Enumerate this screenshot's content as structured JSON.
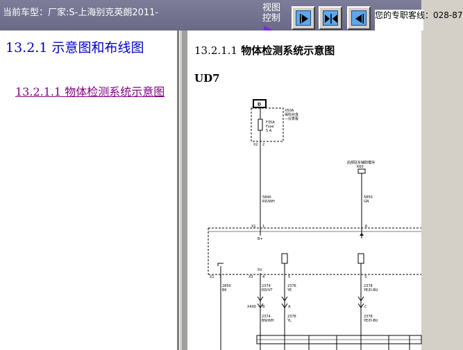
{
  "toolbar": {
    "car_info": "当前车型：厂家:S-上海别克英朗2011-",
    "view_control_label": "视图控制",
    "support_text": "您的专职客线：028-87",
    "icons": [
      "next-page-icon",
      "fit-page-icon",
      "prev-page-icon"
    ]
  },
  "toc": {
    "section_title": "13.2.1 示意图和布线图",
    "subsection_link": "13.2.1.1 物体检测系统示意图"
  },
  "document": {
    "section_number": "13.2.1.1",
    "heading_text": "物体检测系统示意图",
    "code": "UD7",
    "schematic": {
      "fuse_box_label": "D",
      "fuse_block_text_1": "X50A",
      "fuse_block_text_2": "保险丝盒",
      "fuse_block_text_3": "—仪表板",
      "fuse_name": "F35A",
      "fuse_type": "Fuse",
      "fuse_rating": "5 A",
      "connector_x2": "X2",
      "connector_x2_pin": "2",
      "wire_5840": "5840",
      "wire_5840_color": "RD/WH",
      "module_ref": "后部驻车辅助模块",
      "module_code": "K60",
      "wire_5850": "5850",
      "wire_5850_color": "GN",
      "connector_x1": "X1",
      "connector_x1_pin_1": "1",
      "connector_x1_pin_6": "6",
      "bplus": "B+",
      "connector_x1_pin_7": "7",
      "connector_x3": "X3",
      "fivev": "5V",
      "pin_4": "4",
      "pin_5": "5",
      "pin_3": "3",
      "wire_2850": "2850",
      "wire_2850_color": "BK",
      "wire_2374": "2374",
      "wire_2374_color": "RD/VT",
      "wire_2376": "2376",
      "wire_2376_color": "YE",
      "wire_2378": "2378",
      "wire_2378_color": "YE/D-BU",
      "connector_x400": "X400",
      "pin_b": "B",
      "pin_a": "A",
      "pin_c": "C",
      "wire_2374b": "2374",
      "wire_2374b_color": "BN/WH",
      "wire_2376b": "2376",
      "wire_2376b_color": "YL",
      "wire_2378b": "2378",
      "wire_2378b_color": "YE/D-BU"
    }
  }
}
